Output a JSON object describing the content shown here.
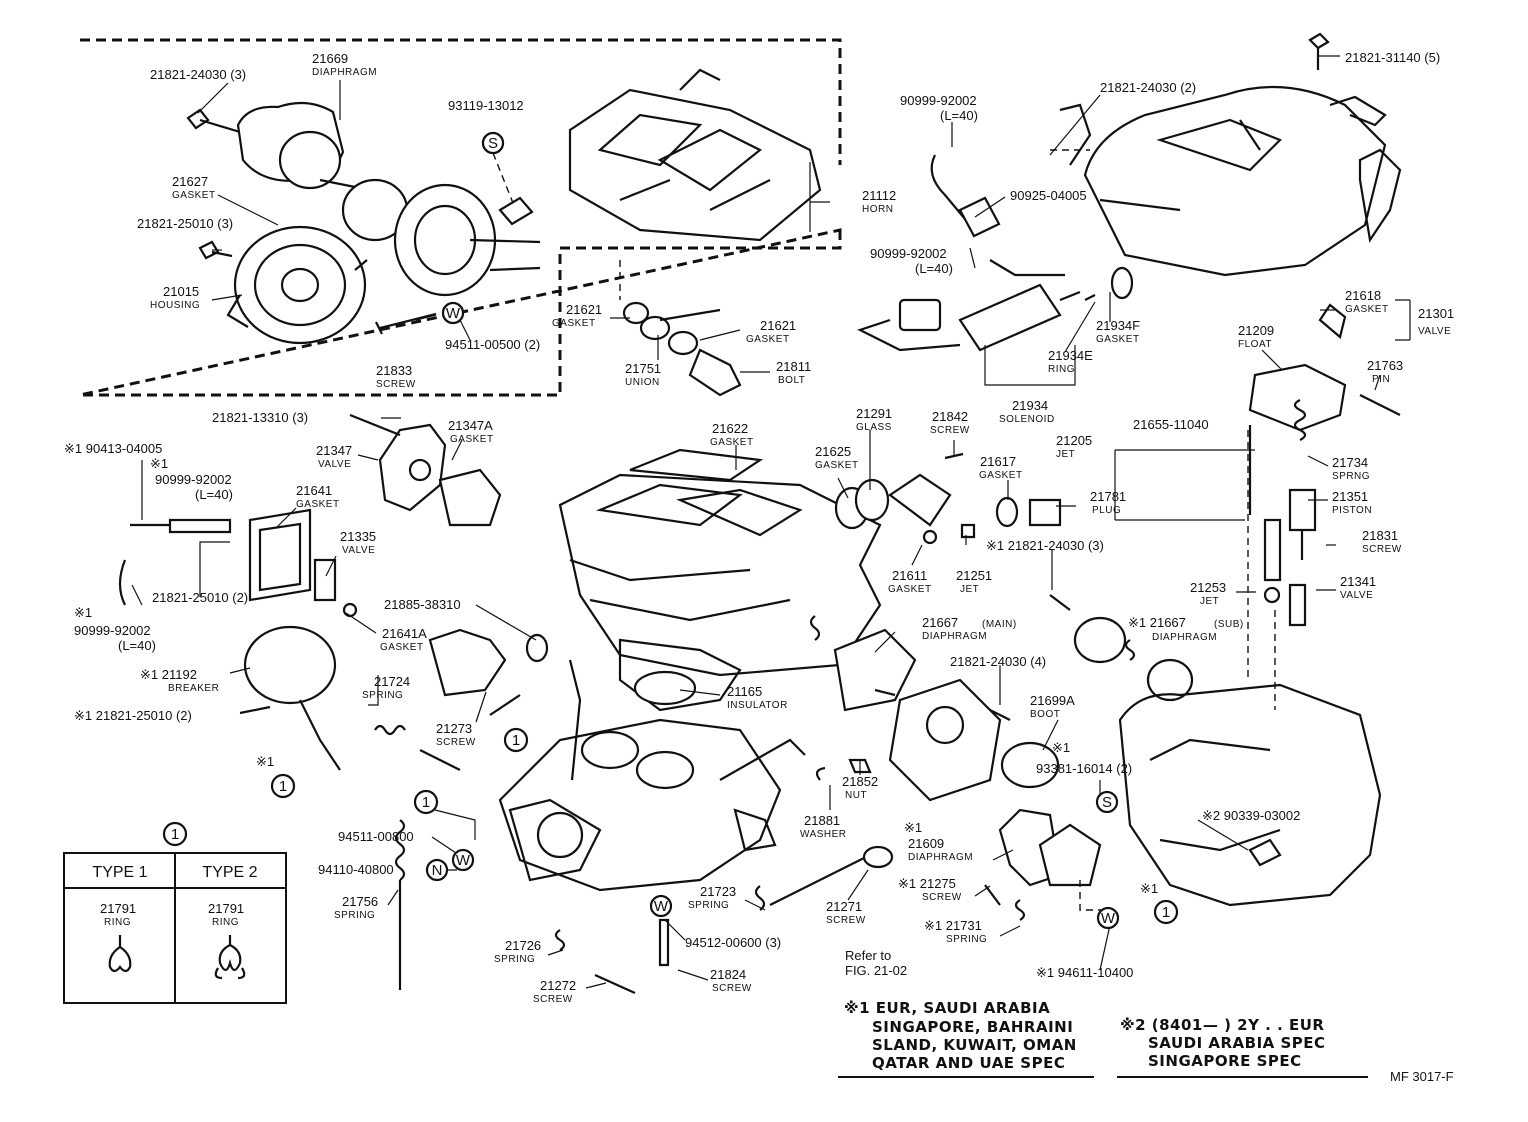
{
  "labels": {
    "l21669": "21669",
    "l21669d": "DIAPHRAGM",
    "l2182124030a": "21821-24030 (3)",
    "l9311913012": "93119-13012",
    "l21627": "21627",
    "l21627g": "GASKET",
    "l2182125010a": "21821-25010 (3)",
    "l21015": "21015",
    "l21015h": "HOUSING",
    "l21833": "21833",
    "l21833s": "SCREW",
    "l9451100500": "94511-00500 (2)",
    "l21112": "21112",
    "l21112h": "HORN",
    "l21621a": "21621",
    "l21621ag": "GASKET",
    "l21621b": "21621",
    "l21621bg": "GASKET",
    "l21751": "21751",
    "l21751u": "UNION",
    "l21811": "21811",
    "l21811b": "BOLT",
    "l2182131140": "21821-31140 (5)",
    "l9099992002a": "90999-92002",
    "l9099992002aL": "(L=40)",
    "l2182124030b": "21821-24030 (2)",
    "l9092504005": "90925-04005",
    "l9099992002b": "90999-92002",
    "l9099992002bL": "(L=40)",
    "l21934F": "21934F",
    "l21934Fg": "GASKET",
    "l21934E": "21934E",
    "l21934Er": "RING",
    "l21934": "21934",
    "l21934s": "SOLENOID",
    "l21618": "21618",
    "l21618g": "GASKET",
    "l21301": "21301",
    "l21301v": "VALVE",
    "l21209": "21209",
    "l21209f": "FLOAT",
    "l21763": "21763",
    "l21763p": "PIN",
    "l2182113310": "21821-13310 (3)",
    "l21347A": "21347A",
    "l21347Ag": "GASKET",
    "l21347": "21347",
    "l21347v": "VALVE",
    "l9041304005": "※1 90413-04005",
    "l9099992002c0": "※1",
    "l9099992002c": "90999-92002",
    "l9099992002cL": "(L=40)",
    "l21641": "21641",
    "l21641g": "GASKET",
    "l21335": "21335",
    "l21335v": "VALVE",
    "l2182125010b": "21821-25010 (2)",
    "l9099992002d0": "※1",
    "l9099992002d": "90999-92002",
    "l9099992002dL": "(L=40)",
    "l21622": "21622",
    "l21622g": "GASKET",
    "l21291": "21291",
    "l21291g": "GLASS",
    "l21842": "21842",
    "l21842s": "SCREW",
    "l21625": "21625",
    "l21625g": "GASKET",
    "l21617": "21617",
    "l21617g": "GASKET",
    "l21781": "21781",
    "l21781p": "PLUG",
    "l21205": "21205",
    "l21205j": "JET",
    "l2165511040": "21655-11040",
    "l21734": "21734",
    "l21734s": "SPRNG",
    "l21351": "21351",
    "l21351p": "PISTON",
    "l21831": "21831",
    "l21831s": "SCREW",
    "l21611": "21611",
    "l21611g": "GASKET",
    "l21251": "21251",
    "l21251j": "JET",
    "l2182124030c": "※1 21821-24030 (3)",
    "l21253": "21253",
    "l21253j": "JET",
    "l21341": "21341",
    "l21341v": "VALVE",
    "l2188538310": "21885-38310",
    "l21641A": "21641A",
    "l21641Ag": "GASKET",
    "l21192": "※1 21192",
    "l21192b": "BREAKER",
    "l2182125010c": "※1 21821-25010 (2)",
    "l21724": "21724",
    "l21724s": "SPRING",
    "l21273": "21273",
    "l21273s": "SCREW",
    "l21667m": "21667",
    "l21667mm": "(MAIN)",
    "l21667md": "DIAPHRAGM",
    "l21667s": "※1 21667",
    "l21667ss": "(SUB)",
    "l21667sd": "DIAPHRAGM",
    "l21165": "21165",
    "l21165i": "INSULATOR",
    "l2182124030d": "21821-24030 (4)",
    "l21699A": "21699A",
    "l21699Ab": "BOOT",
    "l9338116014a": "※1",
    "l9338116014": "93381-16014 (2)",
    "l21852": "21852",
    "l21852n": "NUT",
    "l21881": "21881",
    "l21881w": "WASHER",
    "lstar1a": "※1",
    "l9451100800": "94511-00800",
    "l9411040800": "94110-40800",
    "l21756": "21756",
    "l21756s": "SPRING",
    "l21609a": "※1",
    "l21609": "21609",
    "l21609d": "DIAPHRAGM",
    "l21275": "※1 21275",
    "l21275s": "SCREW",
    "l21731": "※1 21731",
    "l21731s": "SPRING",
    "l9461110400": "※1 94611-10400",
    "lstar1b": "※1",
    "l21723": "21723",
    "l21723s": "SPRING",
    "l21271": "21271",
    "l21271s": "SCREW",
    "l9451200600": "94512-00600 (3)",
    "l21824": "21824",
    "l21824s": "SCREW",
    "l21726": "21726",
    "l21726s": "SPRING",
    "l21272": "21272",
    "l21272s": "SCREW",
    "lrefer1": "Refer to",
    "lrefer2": "FIG. 21-02",
    "l9033903002": "※2 90339-03002",
    "lmf": "MF  3017-F"
  },
  "circle_markers": {
    "one": "1",
    "s": "S",
    "w": "W",
    "n": "N"
  },
  "type_table": {
    "header": "1",
    "col1": "TYPE 1",
    "col2": "TYPE 2",
    "part1": "21791",
    "part1n": "RING",
    "part2": "21791",
    "part2n": "RING"
  },
  "notes": {
    "note1_l1": "※1 EUR, SAUDI ARABIA",
    "note1_l2": "SINGAPORE, BAHRAINI",
    "note1_l3": "SLAND, KUWAIT, OMAN",
    "note1_l4": "QATAR AND UAE SPEC",
    "note2_l1": "※2 (8401—       ) 2Y . . EUR",
    "note2_l2": "SAUDI ARABIA SPEC",
    "note2_l3": "SINGAPORE SPEC"
  }
}
